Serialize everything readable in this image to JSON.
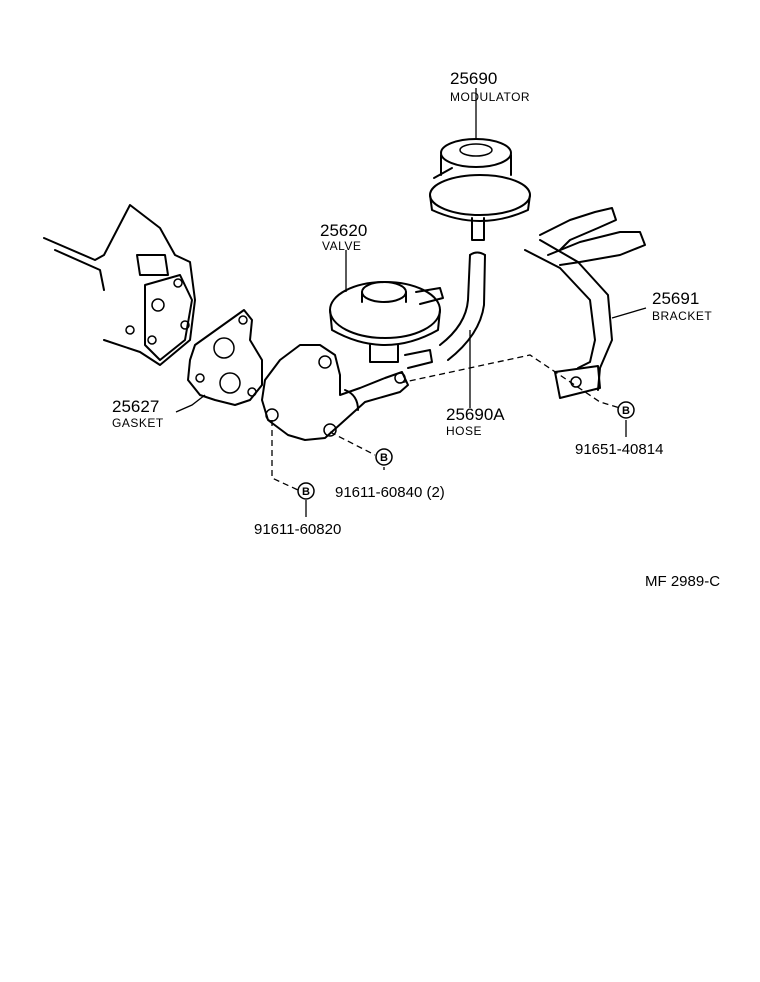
{
  "parts": {
    "modulator": {
      "number": "25690",
      "name": "MODULATOR"
    },
    "valve": {
      "number": "25620",
      "name": "VALVE"
    },
    "bracket": {
      "number": "25691",
      "name": "BRACKET"
    },
    "hose": {
      "number": "25690A",
      "name": "HOSE"
    },
    "gasket": {
      "number": "25627",
      "name": "GASKET"
    }
  },
  "fasteners": {
    "bolt_bracket": {
      "marker": "B",
      "part_number": "91651-40814"
    },
    "bolt_valve": {
      "marker": "B",
      "part_number": "91611-60840 (2)"
    },
    "bolt_flange": {
      "marker": "B",
      "part_number": "91611-60820"
    }
  },
  "footer": {
    "code": "MF  2989-C"
  }
}
